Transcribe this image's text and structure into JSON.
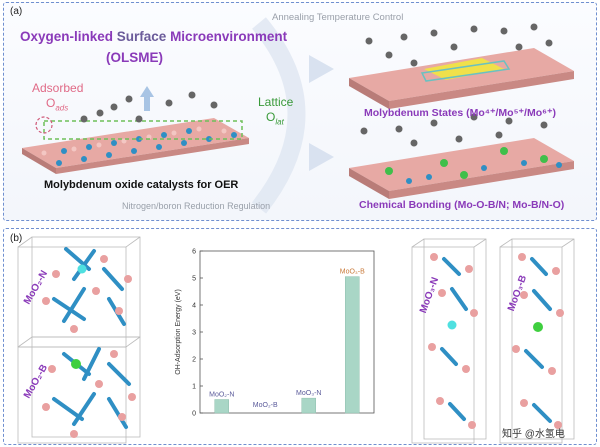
{
  "panel_a": {
    "label": "(a)",
    "title_line1_a": "Oxygen-linked ",
    "title_line1_b": "Surface",
    "title_line1_c": " Microenvironment",
    "title_line2": "(OLSME)",
    "adsorbed_label": "Adsorbed",
    "adsorbed_sub": "O",
    "adsorbed_sub2": "ads",
    "lattice_label": "Lattice",
    "lattice_sub": "O",
    "lattice_sub2": "lat",
    "catalyst_caption": "Molybdenum oxide catalysts for OER",
    "annealing": "Annealing Temperature Control",
    "reduction": "Nitrogen/boron Reduction Regulation",
    "mo_states": "Molybdenum States (Mo⁴⁺/Mo⁵⁺/Mo⁶⁺)",
    "chem_bonding": "Chemical Bonding (Mo-O-B/N; Mo-B/N-O)"
  },
  "panel_b": {
    "label": "(b)",
    "struct_left_top": "MoO₂-N",
    "struct_left_bottom": "MoO₂-B",
    "struct_right_1": "MoO₃-N",
    "struct_right_2": "MoO₃-B",
    "watermark": "知乎 @水氢电"
  },
  "colors": {
    "title_purple": "#8a3ab9",
    "adsorbed_pink": "#e06a87",
    "lattice_green": "#3a9a3a",
    "bar_teal": "#a9d6c6",
    "bar_orange": "#e8a56b",
    "mo_blue": "#2f8fc4",
    "o_pink": "#e9a0a0"
  },
  "chart_data": {
    "type": "bar",
    "ylabel": "OH-Adsorption Energy (eV)",
    "ylim": [
      0,
      6
    ],
    "yticks": [
      0,
      1,
      2,
      3,
      4,
      5,
      6
    ],
    "categories": [
      "MoO₂-N",
      "MoO₂-B",
      "MoO₃-N",
      "MoO₃-B"
    ],
    "values": [
      0.5,
      0.0,
      0.55,
      5.05
    ],
    "grid": false
  }
}
